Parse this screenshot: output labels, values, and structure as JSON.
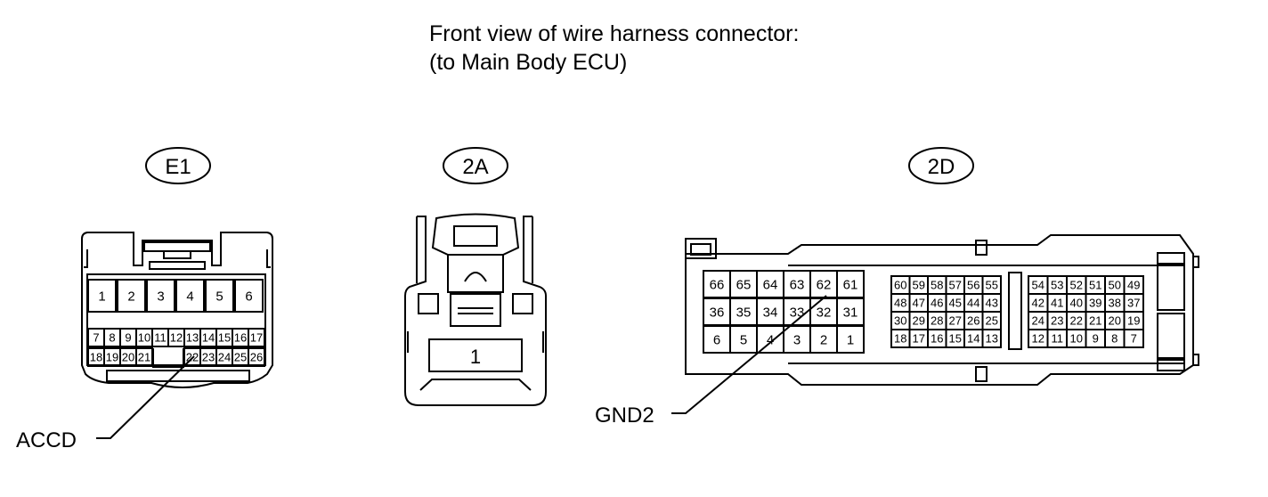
{
  "title_line1": "Front view of wire harness connector:",
  "title_line2": "(to Main Body ECU)",
  "connectors": {
    "e1": {
      "label": "E1",
      "rows": [
        [
          "1",
          "2",
          "3",
          "4",
          "5",
          "6"
        ],
        [
          "7",
          "8",
          "9",
          "10",
          "11",
          "12",
          "13",
          "14",
          "15",
          "16",
          "17"
        ],
        [
          "18",
          "19",
          "20",
          "21",
          "22",
          "23",
          "24",
          "25",
          "26"
        ]
      ]
    },
    "a2": {
      "label": "2A",
      "pins": [
        "1"
      ]
    },
    "d2": {
      "label": "2D",
      "big_rows": [
        [
          "66",
          "65",
          "64",
          "63",
          "62",
          "61"
        ],
        [
          "36",
          "35",
          "34",
          "33",
          "32",
          "31"
        ],
        [
          "6",
          "5",
          "4",
          "3",
          "2",
          "1"
        ]
      ],
      "mid_rows": [
        [
          "60",
          "59",
          "58",
          "57",
          "56",
          "55"
        ],
        [
          "48",
          "47",
          "46",
          "45",
          "44",
          "43"
        ],
        [
          "30",
          "29",
          "28",
          "27",
          "26",
          "25"
        ],
        [
          "18",
          "17",
          "16",
          "15",
          "14",
          "13"
        ]
      ],
      "right_rows": [
        [
          "54",
          "53",
          "52",
          "51",
          "50",
          "49"
        ],
        [
          "42",
          "41",
          "40",
          "39",
          "38",
          "37"
        ],
        [
          "24",
          "23",
          "22",
          "21",
          "20",
          "19"
        ],
        [
          "12",
          "11",
          "10",
          "9",
          "8",
          "7"
        ]
      ]
    }
  },
  "callouts": {
    "accd": "ACCD",
    "gnd2": "GND2"
  }
}
